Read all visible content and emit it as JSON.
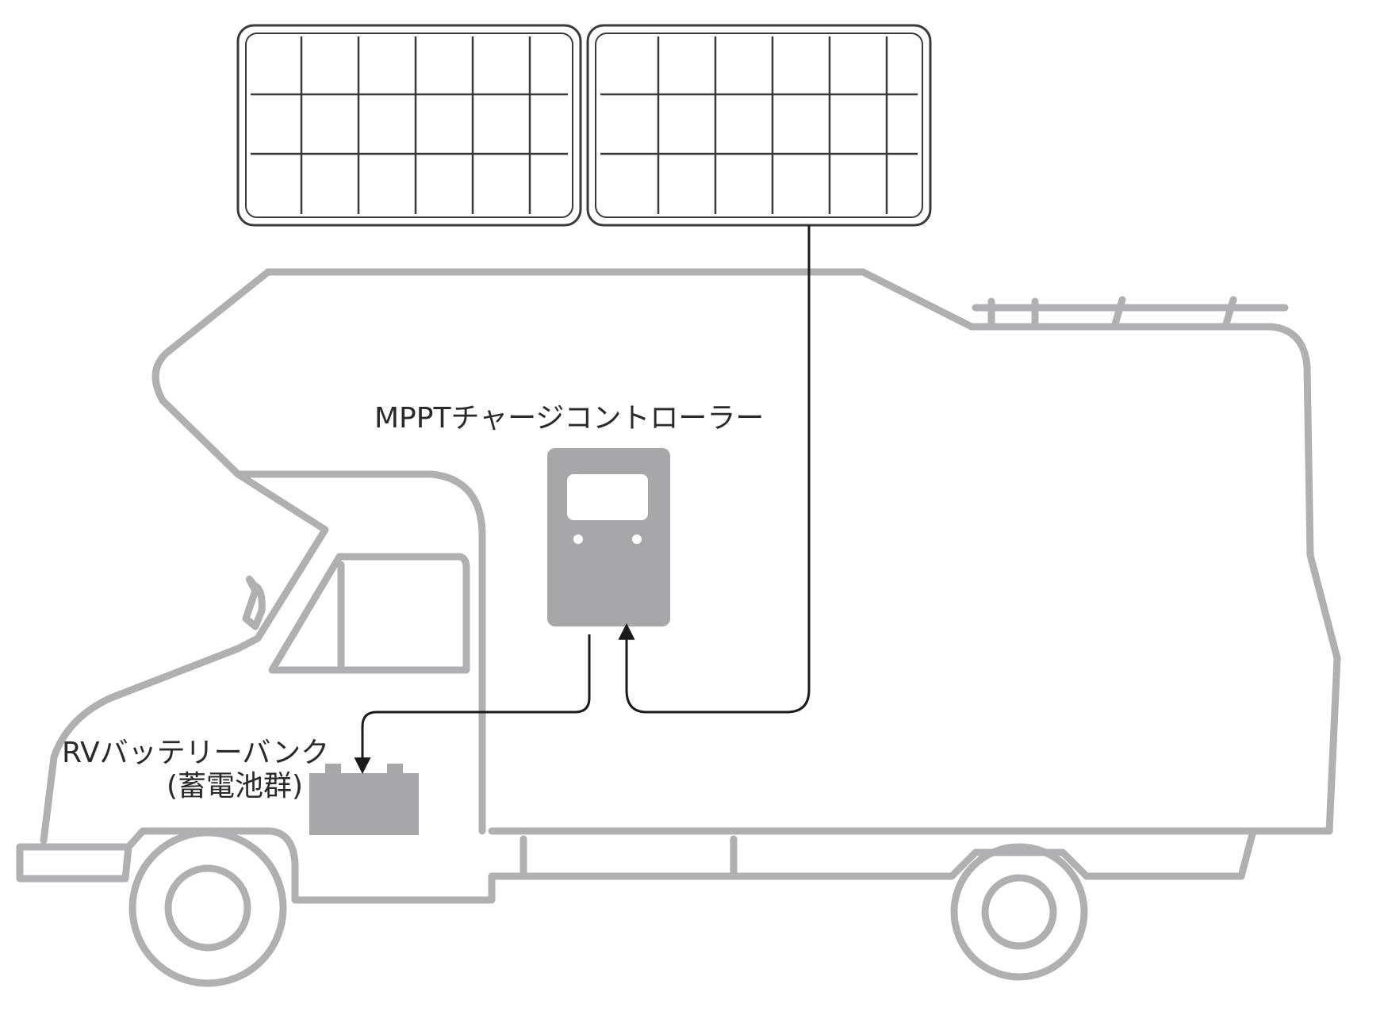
{
  "labels": {
    "controller": "MPPTチャージコントローラー",
    "battery": "RVバッテリーバンク",
    "battery_sub": "(蓄電池群)"
  },
  "colors": {
    "vehicle_stroke": "#b0b0b2",
    "device_fill": "#a7a7aa",
    "panel_stroke": "#3a3a3a",
    "wire": "#1a1a1a",
    "text": "#2a2a2a"
  },
  "icons": {
    "solar_panels": "solar-panel-icon",
    "controller": "charge-controller-icon",
    "battery": "battery-icon",
    "vehicle": "camper-van-icon"
  }
}
